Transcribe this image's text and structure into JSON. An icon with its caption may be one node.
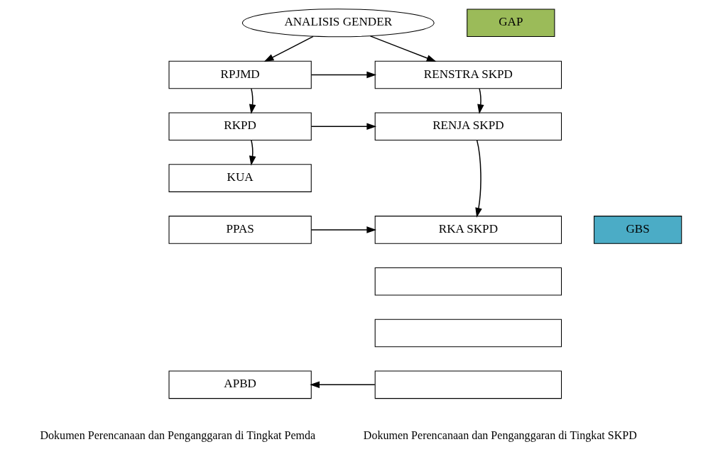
{
  "diagram": {
    "nodes": [
      {
        "text": [
          "ANALISIS GENDER"
        ]
      },
      {
        "text": [
          "GAP"
        ]
      },
      {
        "text": [
          "RPJMD"
        ]
      },
      {
        "text": [
          "RENSTRA SKPD"
        ]
      },
      {
        "text": [
          "RKPD"
        ]
      },
      {
        "text": [
          "RENJA SKPD"
        ]
      },
      {
        "text": [
          "KUA"
        ]
      },
      {
        "text": [
          "PPAS"
        ]
      },
      {
        "text": [
          "RKA SKPD"
        ]
      },
      {
        "text": [
          "GBS"
        ]
      },
      {
        "text": [
          "APBD"
        ]
      },
      {
        "text": [],
        "shape": "box"
      },
      {
        "text": [],
        "shape": "box"
      },
      {
        "text": [],
        "shape": "box"
      }
    ],
    "edges": [
      {
        "from": 0,
        "to": 2,
        "arrow": "to"
      },
      {
        "from": 0,
        "to": 3,
        "arrow": "to"
      },
      {
        "from": 2,
        "to": 3,
        "arrow": "to"
      },
      {
        "from": 2,
        "to": 4,
        "arrow": "to"
      },
      {
        "from": 3,
        "to": 5,
        "arrow": "to"
      },
      {
        "from": 4,
        "to": 5,
        "arrow": "to"
      },
      {
        "from": 4,
        "to": 6,
        "arrow": "to"
      },
      {
        "from": 5,
        "to": 8,
        "arrow": "to"
      },
      {
        "from": 7,
        "to": 8,
        "arrow": "to"
      },
      {
        "from": 13,
        "to": 10,
        "arrow": "to"
      }
    ],
    "labels": [
      "Dokumen Perencanaan dan Penganggaran di Tingkat Pemda",
      "Dokumen Perencanaan dan Penganggaran di Tingkat SKPD"
    ]
  }
}
